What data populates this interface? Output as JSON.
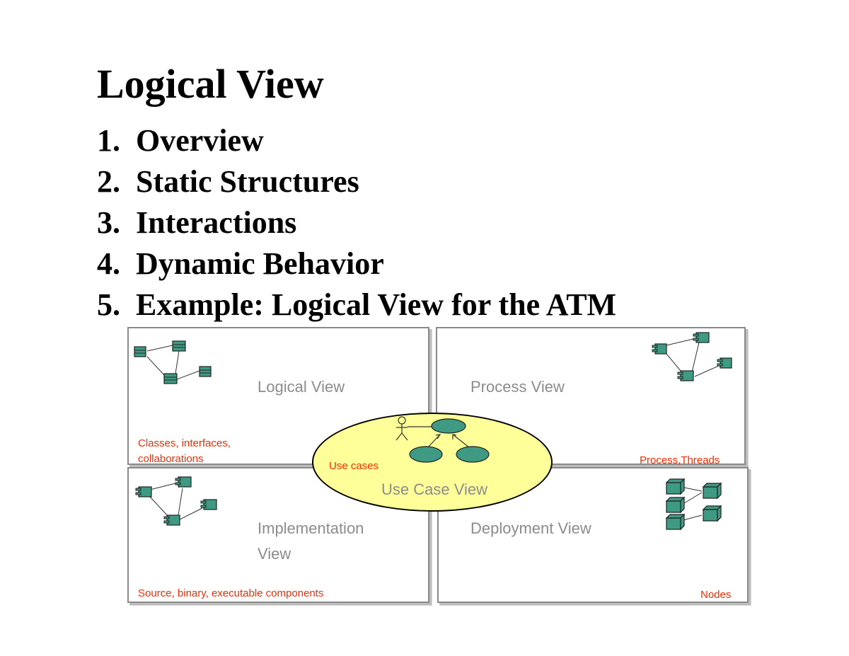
{
  "slide": {
    "title": "Logical View",
    "agenda": [
      {
        "num": "1.",
        "text": "Overview"
      },
      {
        "num": "2.",
        "text": "Static Structures"
      },
      {
        "num": "3.",
        "text": "Interactions"
      },
      {
        "num": "4.",
        "text": "Dynamic Behavior"
      },
      {
        "num": "5.",
        "text": "Example: Logical View for the ATM"
      }
    ]
  },
  "diagram": {
    "colors": {
      "title_text": "#8c8c8c",
      "note_text": "#ff2a00",
      "icon_fill": "#3f9a84",
      "use_case_fill": "#ffff99"
    },
    "logical": {
      "title": "Logical View",
      "note_line1": "Classes, interfaces,",
      "note_line2": "collaborations",
      "icon": "class-diagram-icon"
    },
    "process": {
      "title": "Process View",
      "note": "Process,Threads",
      "icon": "process-diagram-icon"
    },
    "implementation": {
      "title": "Implementation\nView",
      "note": "Source, binary, executable components",
      "icon": "component-diagram-icon"
    },
    "deployment": {
      "title": "Deployment View",
      "note": "Nodes",
      "icon": "node-diagram-icon"
    },
    "use_case": {
      "title": "Use Case View",
      "note": "Use cases",
      "icon": "use-case-diagram-icon"
    }
  }
}
